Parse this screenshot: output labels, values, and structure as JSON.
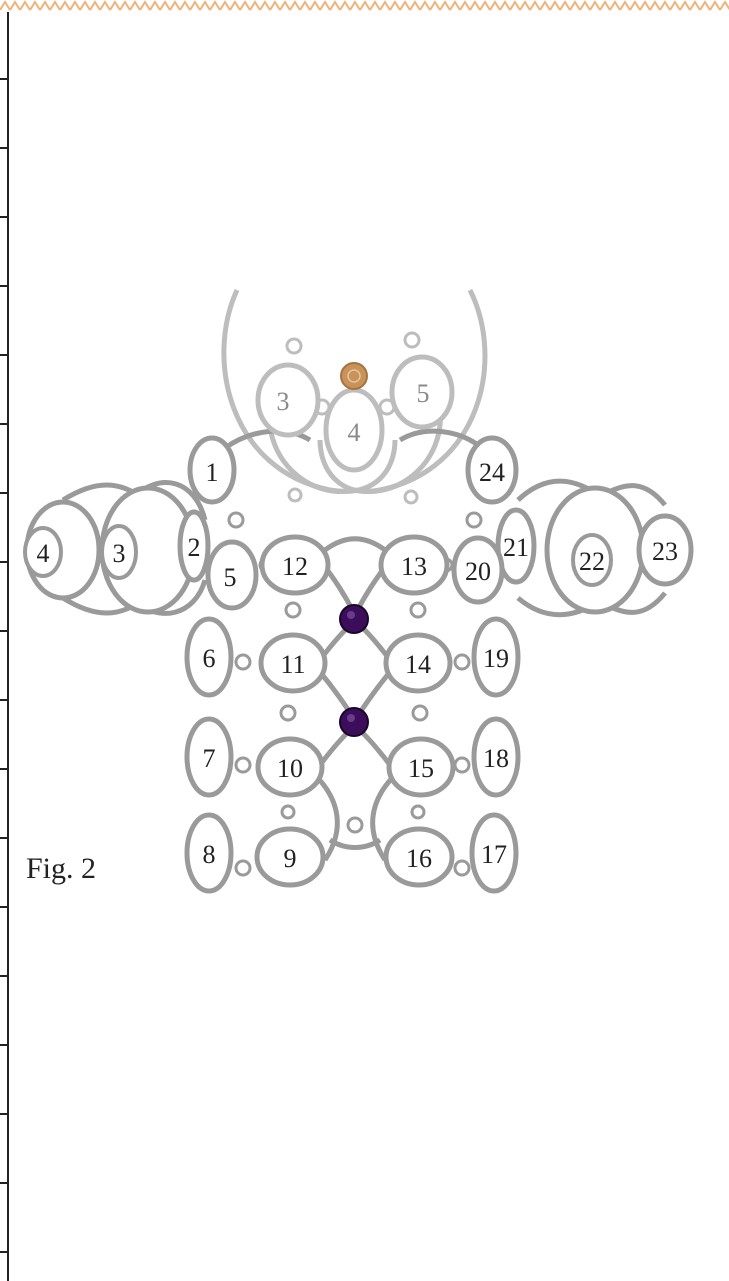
{
  "figure": {
    "caption": "Fig. 2",
    "colors": {
      "border_lace": "#f0b27a",
      "ring_stroke": "#9a9a9a",
      "faded_stroke": "#bdbdbd",
      "bead_dark": "#3b0d5a",
      "bead_gold": "#c8935a",
      "label": "#222222",
      "faded_label": "#8a8a8a"
    },
    "faded_rings": [
      "3",
      "4",
      "5"
    ],
    "left_wing_rings": [
      "4",
      "3",
      "2"
    ],
    "rings": [
      "1",
      "5",
      "12",
      "13",
      "20",
      "24",
      "21",
      "22",
      "23",
      "6",
      "11",
      "14",
      "19",
      "7",
      "10",
      "15",
      "18",
      "8",
      "9",
      "16",
      "17"
    ]
  }
}
